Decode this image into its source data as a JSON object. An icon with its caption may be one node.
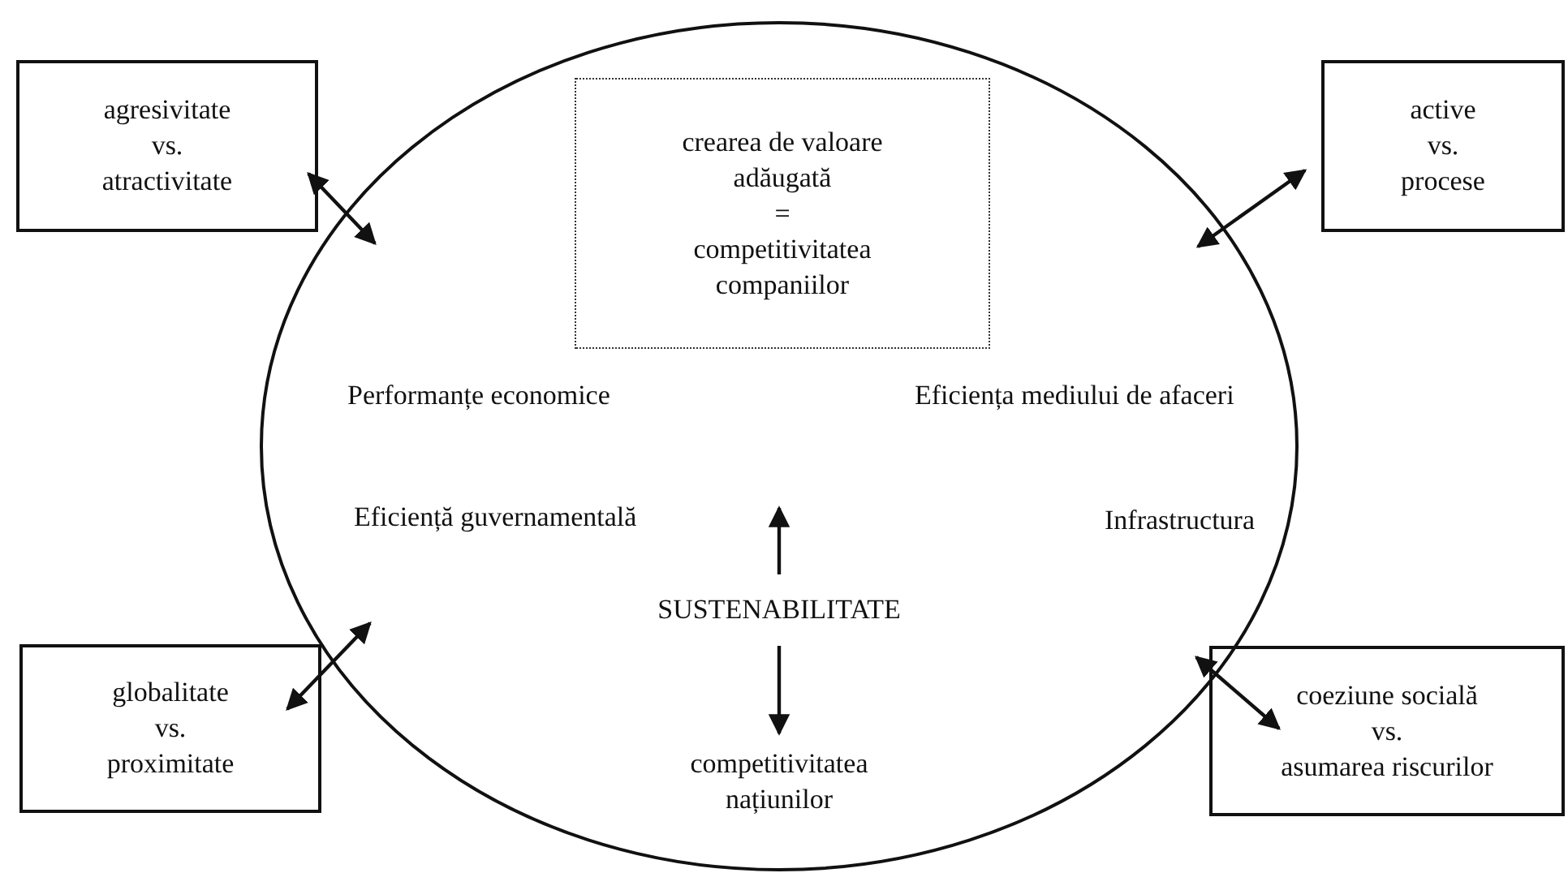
{
  "diagram": {
    "nodes": [
      {
        "text": [],
        "shape": "ellipse"
      },
      {
        "text": [
          "crearea de valoare adăugată",
          "=",
          "competitivitatea companiilor"
        ],
        "in": 0
      },
      {
        "text": [
          "SUSTENABILITATE"
        ],
        "in": 0
      },
      {
        "text": [
          "competitivitatea națiunilor"
        ],
        "in": 0
      },
      {
        "text": [
          "agresivitate",
          "vs.",
          "atractivitate"
        ]
      },
      {
        "text": [
          "active",
          "vs.",
          "procese"
        ]
      },
      {
        "text": [
          "globalitate",
          "vs.",
          "proximitate"
        ]
      },
      {
        "text": [
          "coeziune socială",
          "vs.",
          "asumarea riscurilor"
        ]
      }
    ],
    "edges": [
      {
        "from": 4,
        "to": 0,
        "arrow": "both"
      },
      {
        "from": 5,
        "to": 0,
        "arrow": "both"
      },
      {
        "from": 6,
        "to": 0,
        "arrow": "both"
      },
      {
        "from": 7,
        "to": 0,
        "arrow": "both"
      },
      {
        "from": 2,
        "to": null,
        "arrow": "to"
      },
      {
        "from": 2,
        "to": 3,
        "arrow": "to"
      }
    ],
    "labels": [
      "Performanțe economice",
      "Eficiența mediului de afaceri",
      "Eficiență guvernamentală",
      "Infrastructura"
    ]
  }
}
